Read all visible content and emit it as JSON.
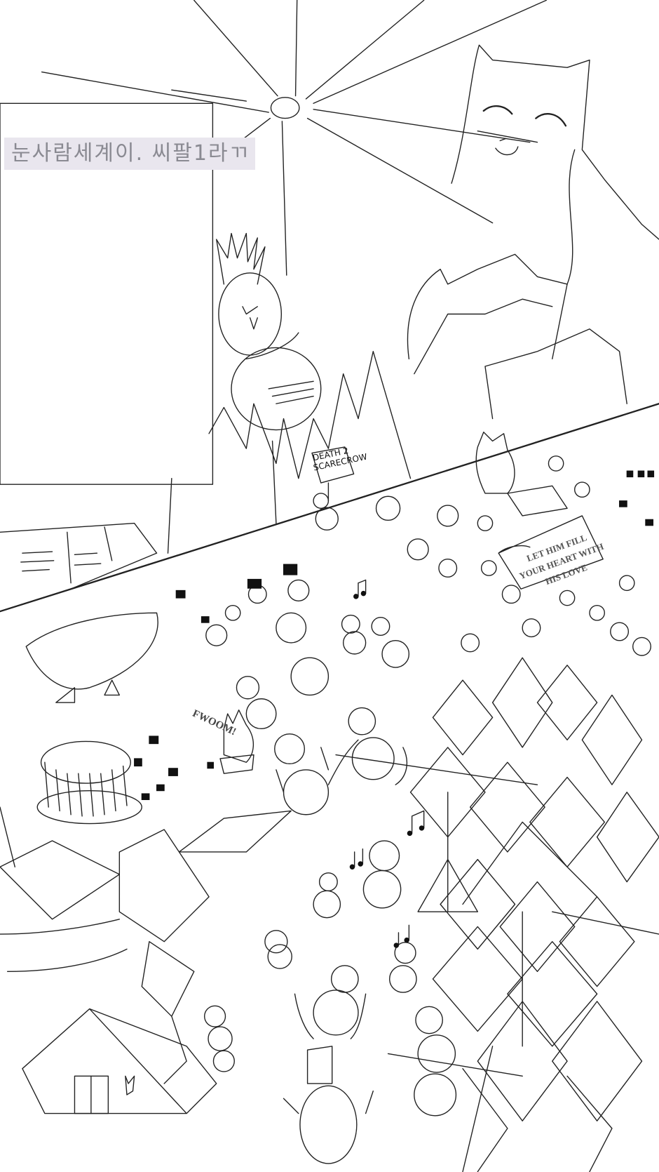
{
  "caption": "눈사람세계이. 씨팔1라ㄲ",
  "signs": {
    "death_sign": "DEATH 2 SCARECROW",
    "banner": "LET HIM FILL YOUR HEART WITH HIS LOVE"
  },
  "sound_effect": "FWOOM!"
}
